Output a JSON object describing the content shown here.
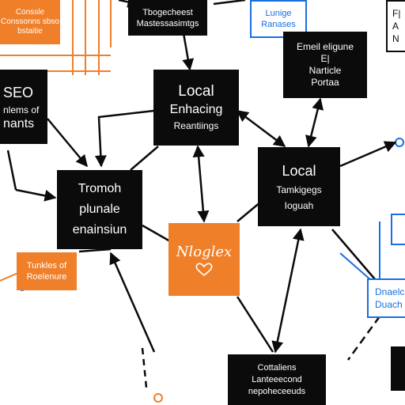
{
  "nodes": {
    "top_left_orange": {
      "lines": [
        "Conssle",
        "Conssonns sbso",
        "bstaitie"
      ],
      "color": "#f07f2a"
    },
    "top_center_black": {
      "lines": [
        "Tbogecheest",
        "Mastessasimtgs"
      ],
      "color": "#0b0b0b"
    },
    "top_right_blue": {
      "lines": [
        "Lunige",
        "Ranases"
      ],
      "color": "#1a6fe0"
    },
    "top_far_right": {
      "lines": [
        "F|",
        "A",
        "N"
      ],
      "color": "#0b0b0b"
    },
    "right_black_email": {
      "lines": [
        "Emeil eligune",
        "E|",
        "Narticle",
        "Portaa"
      ],
      "color": "#0b0b0b"
    },
    "left_black_seo": {
      "lines": [
        "SEO",
        "nlems of",
        "nants"
      ],
      "color": "#0b0b0b"
    },
    "center_black_local": {
      "lines": [
        "Local",
        "Enhacing",
        "Reantiings"
      ],
      "color": "#0b0b0b"
    },
    "left_center_black": {
      "lines": [
        "Tromoh",
        "plunale",
        "enainsiun"
      ],
      "color": "#0b0b0b"
    },
    "right_center_black_local": {
      "lines": [
        "Local",
        "Tamkigegs",
        "Ioguah"
      ],
      "color": "#0b0b0b"
    },
    "center_orange_logo": {
      "lines": [
        "Nloglex"
      ],
      "color": "#f07f2a"
    },
    "left_orange_outline": {
      "lines": [
        "Tunkles of",
        "Roelenure"
      ],
      "color": "#f07f2a"
    },
    "right_blue_mid": {
      "lines": [
        "Dnaelcl",
        "Duach"
      ],
      "color": "#1a6fe0"
    },
    "bottom_black": {
      "lines": [
        "Cottaliens",
        "Lanteeecond",
        "nepoheceeuds"
      ],
      "color": "#0b0b0b"
    }
  }
}
